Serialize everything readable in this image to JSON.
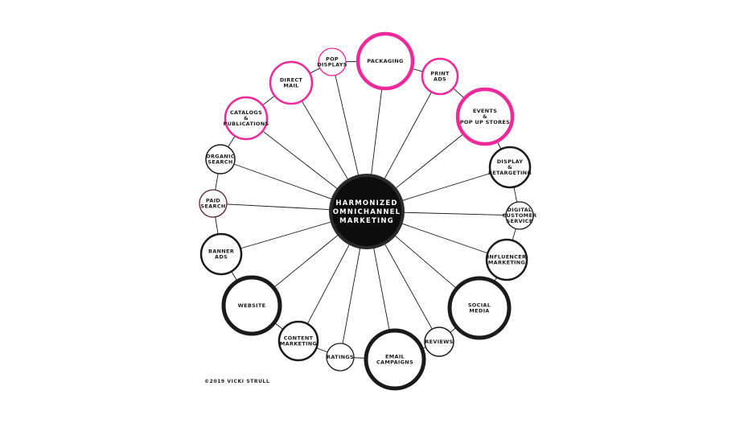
{
  "center": {
    "lines": [
      "HARMONIZED",
      "OMNICHANNEL",
      "MARKETING"
    ]
  },
  "nodes": [
    {
      "id": "packaging",
      "lines": [
        "PACKAGING"
      ],
      "color": "#ee2a9a"
    },
    {
      "id": "print-ads",
      "lines": [
        "PRINT",
        "ADS"
      ],
      "color": "#ee2a9a"
    },
    {
      "id": "events-pop-up-stores",
      "lines": [
        "EVENTS",
        "&",
        "POP UP STORES"
      ],
      "color": "#ee2a9a"
    },
    {
      "id": "display-retargeting",
      "lines": [
        "DISPLAY",
        "&",
        "RETARGETING"
      ],
      "color": "#1a1a1a"
    },
    {
      "id": "digital-customer-service",
      "lines": [
        "DIGITAL",
        "CUSTOMER",
        "SERVICE"
      ],
      "color": "#1a1a1a"
    },
    {
      "id": "influencer-marketing",
      "lines": [
        "INFLUENCER",
        "MARKETING"
      ],
      "color": "#1a1a1a"
    },
    {
      "id": "social-media",
      "lines": [
        "SOCIAL",
        "MEDIA"
      ],
      "color": "#1a1a1a"
    },
    {
      "id": "reviews",
      "lines": [
        "REVIEWS"
      ],
      "color": "#1a1a1a"
    },
    {
      "id": "email-campaigns",
      "lines": [
        "EMAIL",
        "CAMPAIGNS"
      ],
      "color": "#1a1a1a"
    },
    {
      "id": "ratings",
      "lines": [
        "RATINGS"
      ],
      "color": "#1a1a1a"
    },
    {
      "id": "content-marketing",
      "lines": [
        "CONTENT",
        "MARKETING"
      ],
      "color": "#1a1a1a"
    },
    {
      "id": "website",
      "lines": [
        "WEBSITE"
      ],
      "color": "#1a1a1a"
    },
    {
      "id": "banner-ads",
      "lines": [
        "BANNER",
        "ADS"
      ],
      "color": "#1a1a1a"
    },
    {
      "id": "paid-search",
      "lines": [
        "PAID",
        "SEARCH"
      ],
      "color": "#5a1e3a"
    },
    {
      "id": "organic-search",
      "lines": [
        "ORGANIC",
        "SEARCH"
      ],
      "color": "#1a1a1a"
    },
    {
      "id": "catalogs-publications",
      "lines": [
        "CATALOGS",
        "&",
        "PUBLICATIONS"
      ],
      "color": "#ee2a9a"
    },
    {
      "id": "direct-mail",
      "lines": [
        "DIRECT",
        "MAIL"
      ],
      "color": "#ee2a9a"
    },
    {
      "id": "pop-displays",
      "lines": [
        "POP",
        "DISPLAYS"
      ],
      "color": "#ee2a9a"
    }
  ],
  "copyright": "©2019 VICKI STRULL"
}
